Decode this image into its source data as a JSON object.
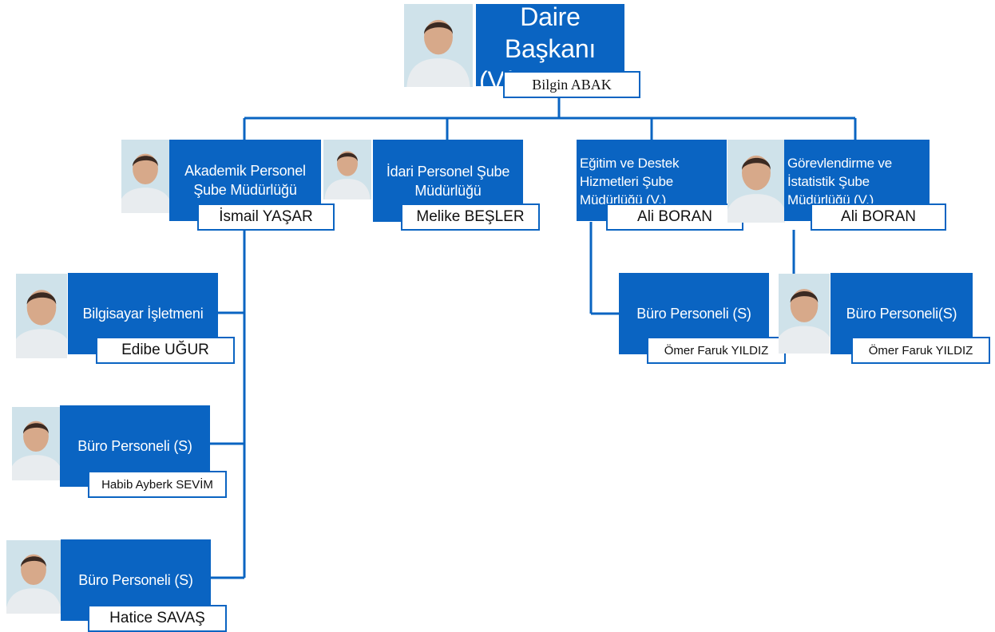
{
  "colors": {
    "box": "#0a64c2",
    "line": "#0a64c2",
    "name_border": "#0a64c2"
  },
  "head": {
    "title_line1": "Daire Başkanı",
    "title_line2": "(V.)",
    "name": "Bilgin ABAK",
    "photo": "person-photo-icon"
  },
  "akademik": {
    "title_line1": "Akademik Personel",
    "title_line2": "Şube Müdürlüğü",
    "name": "İsmail YAŞAR",
    "photo": "person-photo-icon"
  },
  "idari": {
    "title_line1": "İdari Personel Şube",
    "title_line2": "Müdürlüğü",
    "name": "Melike BEŞLER",
    "photo": "person-photo-icon"
  },
  "egitim": {
    "title_line1": "Eğitim ve Destek",
    "title_line2": "Hizmetleri Şube",
    "title_line3": "Müdürlüğü (V.)",
    "name": "Ali BORAN"
  },
  "gorev": {
    "title_line1": "Görevlendirme ve",
    "title_line2": "İstatistik Şube",
    "title_line3": "Müdürlüğü (V.)",
    "name": "Ali BORAN",
    "photo": "person-photo-icon"
  },
  "bilgisayar": {
    "title": "Bilgisayar İşletmeni",
    "name": "Edibe UĞUR",
    "photo": "person-photo-icon"
  },
  "buro_habib": {
    "title": "Büro Personeli (S)",
    "name": "Habib Ayberk SEVİM",
    "photo": "person-photo-icon"
  },
  "buro_hatice": {
    "title": "Büro Personeli (S)",
    "name": "Hatice SAVAŞ",
    "photo": "person-photo-icon"
  },
  "buro_omer1": {
    "title": "Büro Personeli (S)",
    "name": "Ömer Faruk YILDIZ"
  },
  "buro_omer2": {
    "title": "Büro Personeli(S)",
    "name": "Ömer Faruk YILDIZ",
    "photo": "person-photo-icon"
  }
}
